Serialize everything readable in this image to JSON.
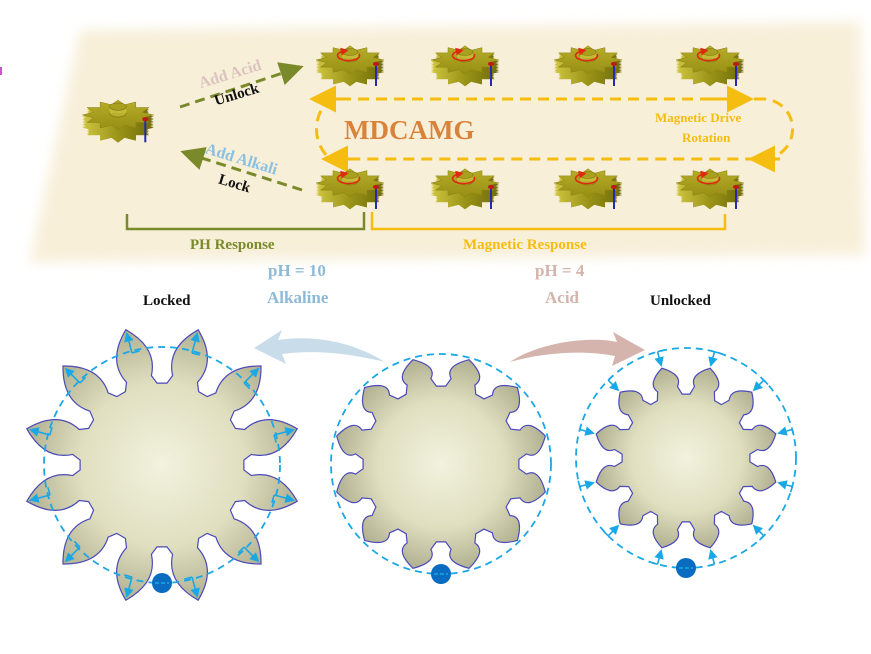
{
  "title": "MDCAMG",
  "top_panel": {
    "main_label": "MDCAMG",
    "add_acid": "Add Acid",
    "unlock": "Unlock",
    "add_alkali": "Add Alkali",
    "lock": "Lock",
    "rotation_label_line1": "Magnetic Drive",
    "rotation_label_line2": "Rotation",
    "ph_response": "PH Response",
    "magnetic_response": "Magnetic Response",
    "gear_rows": 2,
    "gears_per_row": 4
  },
  "bottom_panel": {
    "alkaline_ph": "pH = 10",
    "alkaline_label": "Alkaline",
    "acid_ph": "pH = 4",
    "acid_label": "Acid",
    "locked_label": "Locked",
    "unlocked_label": "Unlocked",
    "gear_teeth": 12
  },
  "colors": {
    "platform": "#f8efd9",
    "gear_3d": "#a8a020",
    "olive": "#7a8a2a",
    "orange_title": "#d9823a",
    "yellow": "#f5bd10",
    "alkali_blue": "#8cbad8",
    "acid_pink": "#d4b4ac",
    "dash_blue": "#1aa7e6",
    "tooth_outline": "#4a4ab8",
    "gear_fill_center": "#f0f0dc",
    "gear_fill_edge": "#b0ae90",
    "pin": "#0a6cc0",
    "rot_red": "#e02a10",
    "axis_blue": "#2828b0"
  }
}
